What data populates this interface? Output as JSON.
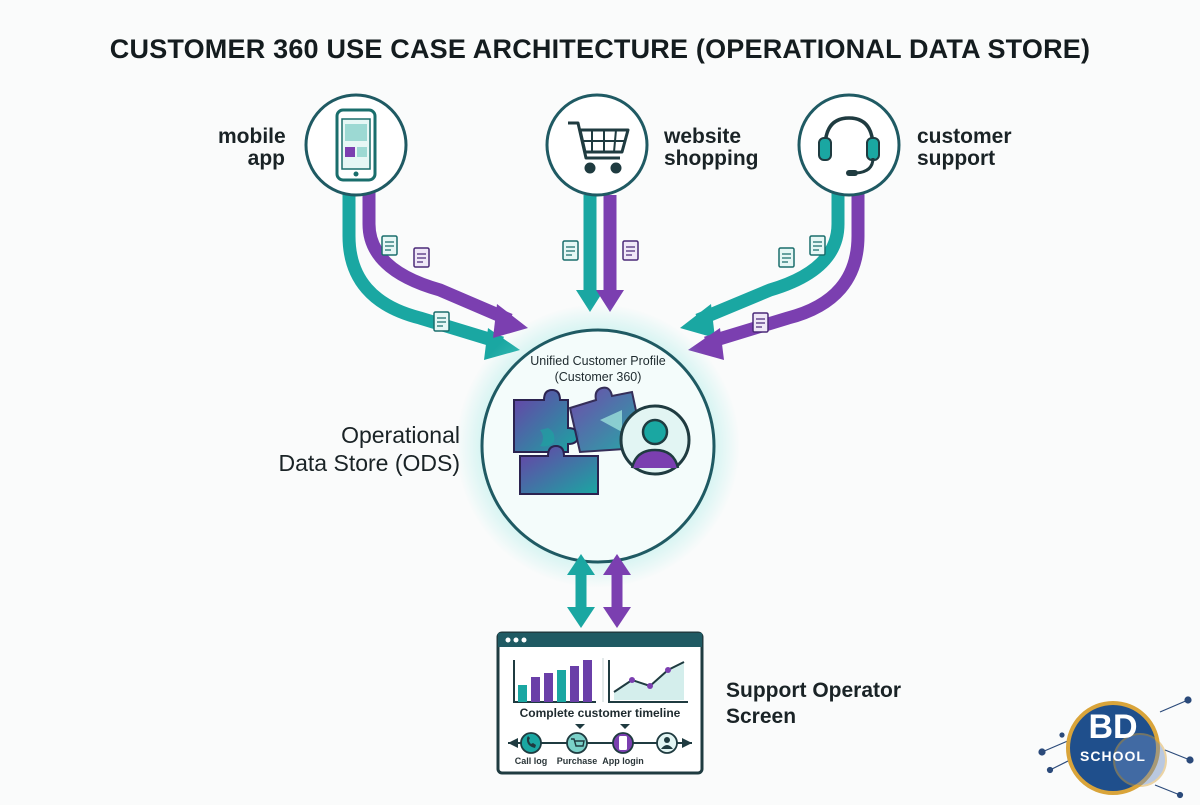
{
  "title": "CUSTOMER 360 USE CASE ARCHITECTURE (OPERATIONAL DATA STORE)",
  "sources": [
    {
      "label_line1": "mobile",
      "label_line2": "app",
      "icon": "smartphone-icon"
    },
    {
      "label_line1": "website",
      "label_line2": "shopping",
      "icon": "shopping-cart-icon"
    },
    {
      "label_line1": "customer",
      "label_line2": "support",
      "icon": "headset-icon"
    }
  ],
  "ods": {
    "label_line1": "Operational",
    "label_line2": "Data Store (ODS)",
    "profile_line1": "Unified Customer Profile",
    "profile_line2": "(Customer 360)",
    "icons": [
      "puzzle-icon",
      "customer-avatar-icon"
    ]
  },
  "screen": {
    "label_line1": "Support Operator",
    "label_line2": "Screen",
    "timeline_title": "Complete customer timeline",
    "events": [
      {
        "label": "Call log",
        "icon": "phone-icon"
      },
      {
        "label": "Purchase",
        "icon": "cart-icon"
      },
      {
        "label": "App login",
        "icon": "smartphone-icon"
      },
      {
        "label": "",
        "icon": "user-icon"
      }
    ]
  },
  "brand": {
    "line1": "BD",
    "line2": "SCHOOL"
  },
  "colors": {
    "teal": "#1aa7a2",
    "purple": "#7b3fb0",
    "dark": "#1f5a63"
  }
}
